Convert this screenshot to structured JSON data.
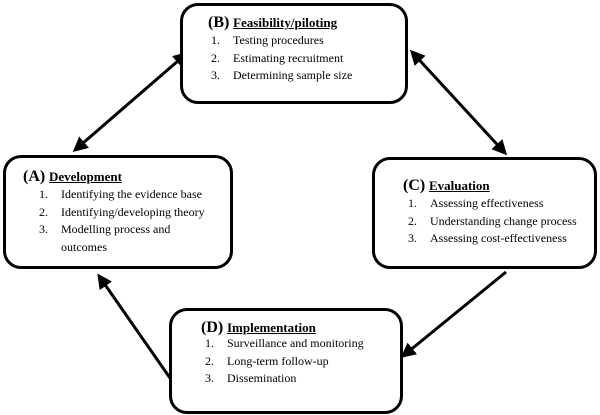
{
  "boxes": {
    "b": {
      "letter": "(B)",
      "title": "Feasibility/piloting",
      "items": [
        {
          "num": "1.",
          "text": "Testing procedures"
        },
        {
          "num": "2.",
          "text": "Estimating recruitment"
        },
        {
          "num": "3.",
          "text": "Determining sample size"
        }
      ]
    },
    "a": {
      "letter": "(A)",
      "title": "Development",
      "items": [
        {
          "num": "1.",
          "text": "Identifying the evidence base"
        },
        {
          "num": "2.",
          "text": "Identifying/developing theory"
        },
        {
          "num": "3.",
          "text": "Modelling process and outcomes"
        }
      ]
    },
    "c": {
      "letter": "(C)",
      "title": "Evaluation",
      "items": [
        {
          "num": "1.",
          "text": "Assessing effectiveness"
        },
        {
          "num": "2.",
          "text": "Understanding change process"
        },
        {
          "num": "3.",
          "text": "Assessing cost-effectiveness"
        }
      ]
    },
    "d": {
      "letter": "(D)",
      "title": "Implementation",
      "items": [
        {
          "num": "1.",
          "text": "Surveillance and monitoring"
        },
        {
          "num": "2.",
          "text": "Long-term follow-up"
        },
        {
          "num": "3.",
          "text": "Dissemination"
        }
      ]
    }
  },
  "colors": {
    "stroke": "#000000",
    "background": "#ffffff"
  }
}
